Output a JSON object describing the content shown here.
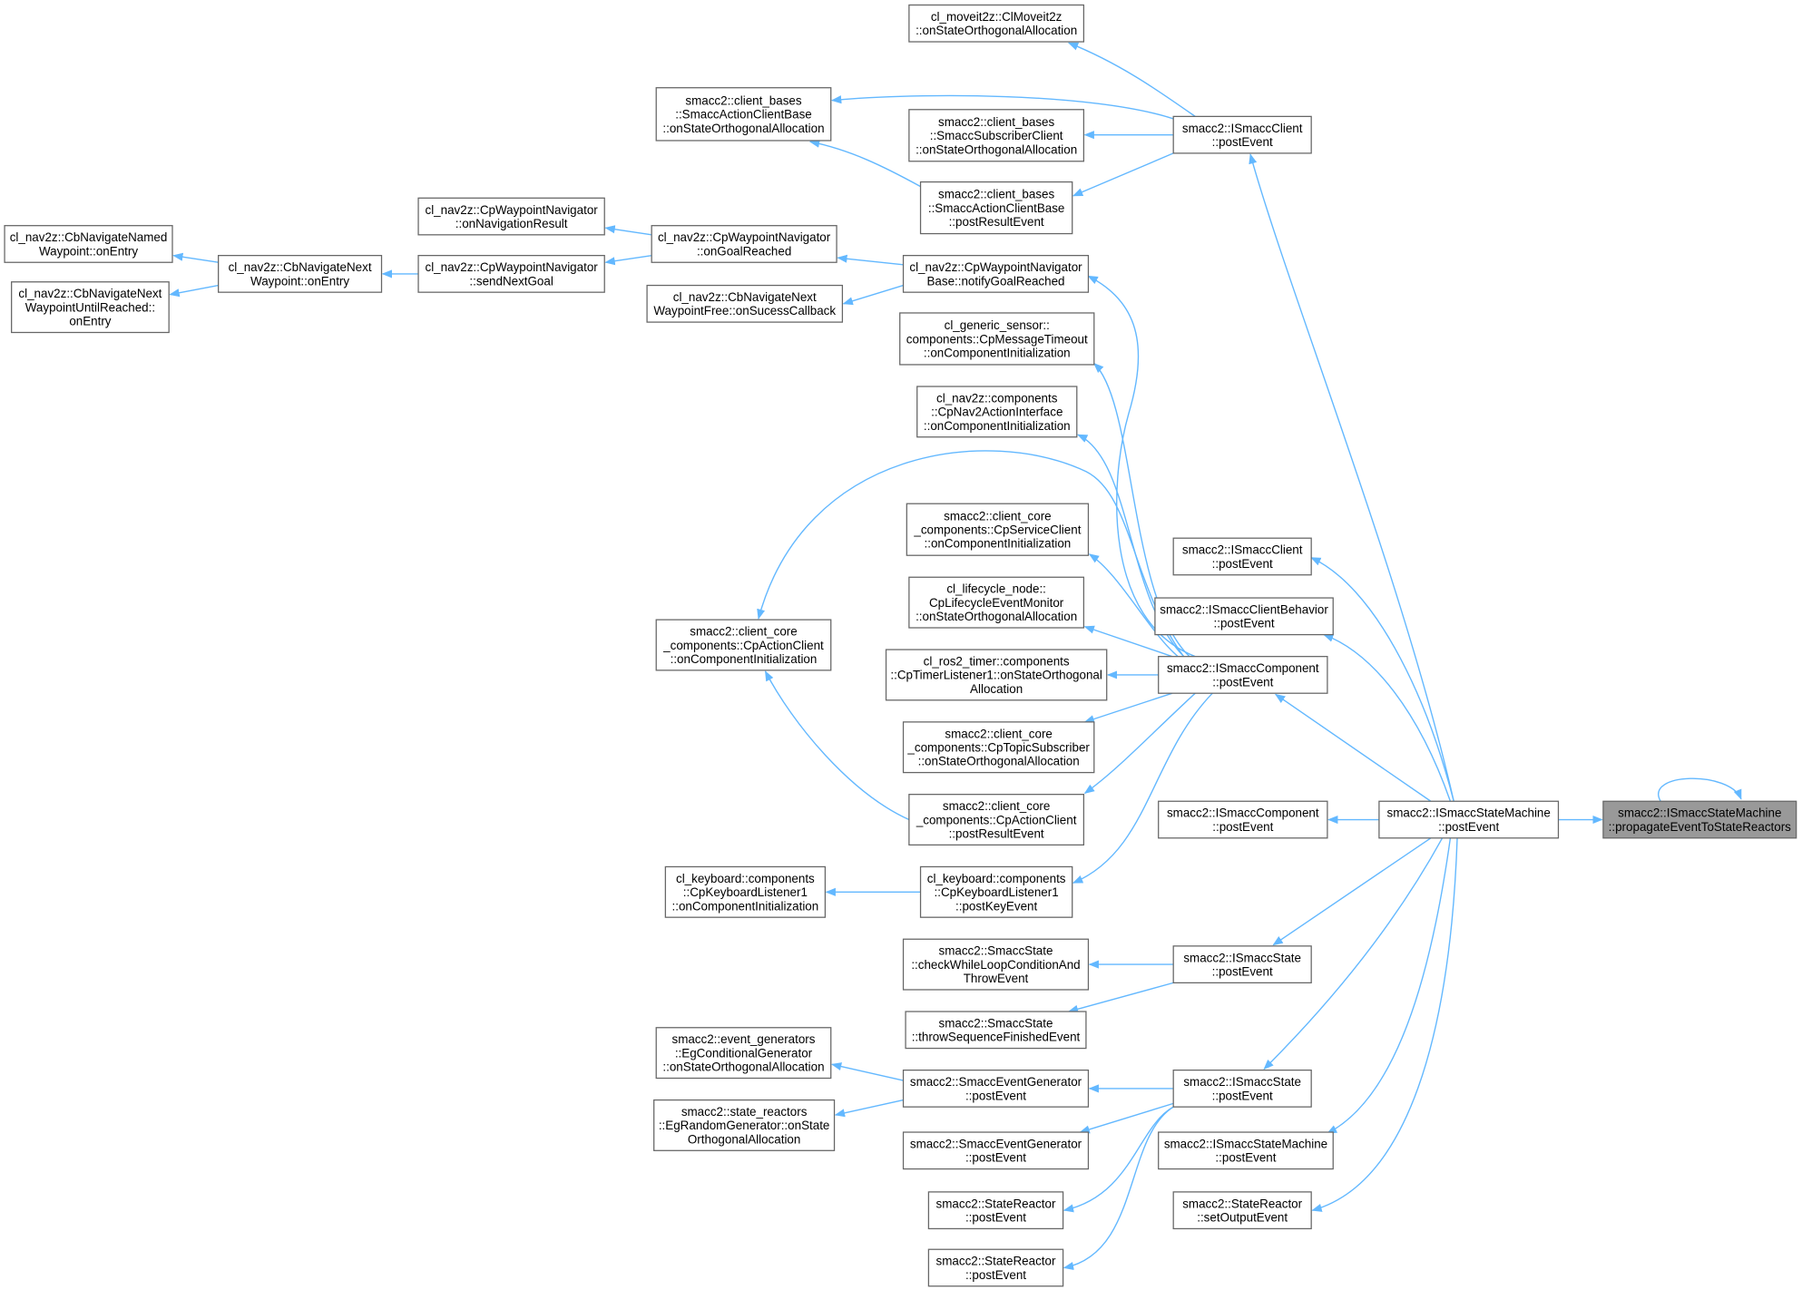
{
  "graph": {
    "type": "caller-graph",
    "edge_color": "#63b8ff",
    "current_node_fill": "#999999",
    "nodes": [
      {
        "id": "propagate",
        "lines": [
          "smacc2::ISmaccStateMachine",
          "::propagateEventToStateReactors"
        ],
        "current": true
      },
      {
        "id": "sm_post",
        "lines": [
          "smacc2::ISmaccStateMachine",
          "::postEvent"
        ]
      },
      {
        "id": "client_post1",
        "lines": [
          "smacc2::ISmaccClient",
          "::postEvent"
        ]
      },
      {
        "id": "moveit",
        "lines": [
          "cl_moveit2z::ClMoveit2z",
          "::onStateOrthogonalAllocation"
        ]
      },
      {
        "id": "acb_orth",
        "lines": [
          "smacc2::client_bases",
          "::SmaccActionClientBase",
          "::onStateOrthogonalAllocation"
        ]
      },
      {
        "id": "sub_orth",
        "lines": [
          "smacc2::client_bases",
          "::SmaccSubscriberClient",
          "::onStateOrthogonalAllocation"
        ]
      },
      {
        "id": "acb_result",
        "lines": [
          "smacc2::client_bases",
          "::SmaccActionClientBase",
          "::postResultEvent"
        ]
      },
      {
        "id": "wpbase_goal",
        "lines": [
          "cl_nav2z::CpWaypointNavigator",
          "Base::notifyGoalReached"
        ]
      },
      {
        "id": "wp_goal",
        "lines": [
          "cl_nav2z::CpWaypointNavigator",
          "::onGoalReached"
        ]
      },
      {
        "id": "wp_navres",
        "lines": [
          "cl_nav2z::CpWaypointNavigator",
          "::onNavigationResult"
        ]
      },
      {
        "id": "wp_next",
        "lines": [
          "cl_nav2z::CpWaypointNavigator",
          "::sendNextGoal"
        ]
      },
      {
        "id": "cb_next",
        "lines": [
          "cl_nav2z::CbNavigateNext",
          "Waypoint::onEntry"
        ]
      },
      {
        "id": "cb_named",
        "lines": [
          "cl_nav2z::CbNavigateNamed",
          "Waypoint::onEntry"
        ]
      },
      {
        "id": "cb_until",
        "lines": [
          "cl_nav2z::CbNavigateNext",
          "WaypointUntilReached::",
          "onEntry"
        ]
      },
      {
        "id": "cb_free",
        "lines": [
          "cl_nav2z::CbNavigateNext",
          "WaypointFree::onSucessCallback"
        ]
      },
      {
        "id": "msg_timeout",
        "lines": [
          "cl_generic_sensor::",
          "components::CpMessageTimeout",
          "::onComponentInitialization"
        ]
      },
      {
        "id": "nav2_iface",
        "lines": [
          "cl_nav2z::components",
          "::CpNav2ActionInterface",
          "::onComponentInitialization"
        ]
      },
      {
        "id": "svc_client",
        "lines": [
          "smacc2::client_core",
          "_components::CpServiceClient",
          "::onComponentInitialization"
        ]
      },
      {
        "id": "lifecycle",
        "lines": [
          "cl_lifecycle_node::",
          "CpLifecycleEventMonitor",
          "::onStateOrthogonalAllocation"
        ]
      },
      {
        "id": "timer",
        "lines": [
          "cl_ros2_timer::components",
          "::CpTimerListener1::onStateOrthogonal",
          "Allocation"
        ]
      },
      {
        "id": "topic_sub",
        "lines": [
          "smacc2::client_core",
          "_components::CpTopicSubscriber",
          "::onStateOrthogonalAllocation"
        ]
      },
      {
        "id": "ac_result",
        "lines": [
          "smacc2::client_core",
          "_components::CpActionClient",
          "::postResultEvent"
        ]
      },
      {
        "id": "kb_key",
        "lines": [
          "cl_keyboard::components",
          "::CpKeyboardListener1",
          "::postKeyEvent"
        ]
      },
      {
        "id": "ac_init",
        "lines": [
          "smacc2::client_core",
          "_components::CpActionClient",
          "::onComponentInitialization"
        ]
      },
      {
        "id": "kb_init",
        "lines": [
          "cl_keyboard::components",
          "::CpKeyboardListener1",
          "::onComponentInitialization"
        ]
      },
      {
        "id": "comp_post1",
        "lines": [
          "smacc2::ISmaccComponent",
          "::postEvent"
        ]
      },
      {
        "id": "client_post2",
        "lines": [
          "smacc2::ISmaccClient",
          "::postEvent"
        ]
      },
      {
        "id": "cb_post",
        "lines": [
          "smacc2::ISmaccClientBehavior",
          "::postEvent"
        ]
      },
      {
        "id": "comp_post2",
        "lines": [
          "smacc2::ISmaccComponent",
          "::postEvent"
        ]
      },
      {
        "id": "state_post1",
        "lines": [
          "smacc2::ISmaccState",
          "::postEvent"
        ]
      },
      {
        "id": "check_loop",
        "lines": [
          "smacc2::SmaccState",
          "::checkWhileLoopConditionAnd",
          "ThrowEvent"
        ]
      },
      {
        "id": "throw_seq",
        "lines": [
          "smacc2::SmaccState",
          "::throwSequenceFinishedEvent"
        ]
      },
      {
        "id": "state_post2",
        "lines": [
          "smacc2::ISmaccState",
          "::postEvent"
        ]
      },
      {
        "id": "evgen_post1",
        "lines": [
          "smacc2::SmaccEventGenerator",
          "::postEvent"
        ]
      },
      {
        "id": "eg_cond",
        "lines": [
          "smacc2::event_generators",
          "::EgConditionalGenerator",
          "::onStateOrthogonalAllocation"
        ]
      },
      {
        "id": "eg_random",
        "lines": [
          "smacc2::state_reactors",
          "::EgRandomGenerator::onState",
          "OrthogonalAllocation"
        ]
      },
      {
        "id": "evgen_post2",
        "lines": [
          "smacc2::SmaccEventGenerator",
          "::postEvent"
        ]
      },
      {
        "id": "sr_post1",
        "lines": [
          "smacc2::StateReactor",
          "::postEvent"
        ]
      },
      {
        "id": "sr_post2",
        "lines": [
          "smacc2::StateReactor",
          "::postEvent"
        ]
      },
      {
        "id": "sm_post2",
        "lines": [
          "smacc2::ISmaccStateMachine",
          "::postEvent"
        ]
      },
      {
        "id": "sr_output",
        "lines": [
          "smacc2::StateReactor",
          "::setOutputEvent"
        ]
      }
    ],
    "edges": [
      {
        "from": "sm_post",
        "to": "propagate"
      },
      {
        "from": "propagate",
        "to": "propagate"
      },
      {
        "from": "sm_post",
        "to": "client_post1"
      },
      {
        "from": "sm_post",
        "to": "client_post2"
      },
      {
        "from": "sm_post",
        "to": "cb_post"
      },
      {
        "from": "sm_post",
        "to": "comp_post1"
      },
      {
        "from": "sm_post",
        "to": "comp_post2"
      },
      {
        "from": "sm_post",
        "to": "state_post1"
      },
      {
        "from": "sm_post",
        "to": "state_post2"
      },
      {
        "from": "sm_post",
        "to": "sm_post2"
      },
      {
        "from": "sm_post",
        "to": "sr_output"
      },
      {
        "from": "client_post1",
        "to": "moveit"
      },
      {
        "from": "client_post1",
        "to": "acb_orth"
      },
      {
        "from": "client_post1",
        "to": "sub_orth"
      },
      {
        "from": "client_post1",
        "to": "acb_result"
      },
      {
        "from": "acb_result",
        "to": "acb_orth"
      },
      {
        "from": "comp_post1",
        "to": "wpbase_goal"
      },
      {
        "from": "comp_post1",
        "to": "msg_timeout"
      },
      {
        "from": "comp_post1",
        "to": "nav2_iface"
      },
      {
        "from": "comp_post1",
        "to": "ac_init"
      },
      {
        "from": "comp_post1",
        "to": "svc_client"
      },
      {
        "from": "comp_post1",
        "to": "lifecycle"
      },
      {
        "from": "comp_post1",
        "to": "timer"
      },
      {
        "from": "comp_post1",
        "to": "topic_sub"
      },
      {
        "from": "comp_post1",
        "to": "ac_result"
      },
      {
        "from": "comp_post1",
        "to": "kb_key"
      },
      {
        "from": "ac_result",
        "to": "ac_init"
      },
      {
        "from": "kb_key",
        "to": "kb_init"
      },
      {
        "from": "wpbase_goal",
        "to": "wp_goal"
      },
      {
        "from": "wpbase_goal",
        "to": "cb_free"
      },
      {
        "from": "wp_goal",
        "to": "wp_navres"
      },
      {
        "from": "wp_goal",
        "to": "wp_next"
      },
      {
        "from": "wp_next",
        "to": "cb_next"
      },
      {
        "from": "cb_next",
        "to": "cb_named"
      },
      {
        "from": "cb_next",
        "to": "cb_until"
      },
      {
        "from": "state_post1",
        "to": "check_loop"
      },
      {
        "from": "state_post1",
        "to": "throw_seq"
      },
      {
        "from": "state_post2",
        "to": "evgen_post1"
      },
      {
        "from": "state_post2",
        "to": "evgen_post2"
      },
      {
        "from": "state_post2",
        "to": "sr_post1"
      },
      {
        "from": "state_post2",
        "to": "sr_post2"
      },
      {
        "from": "evgen_post1",
        "to": "eg_cond"
      },
      {
        "from": "evgen_post1",
        "to": "eg_random"
      }
    ]
  }
}
